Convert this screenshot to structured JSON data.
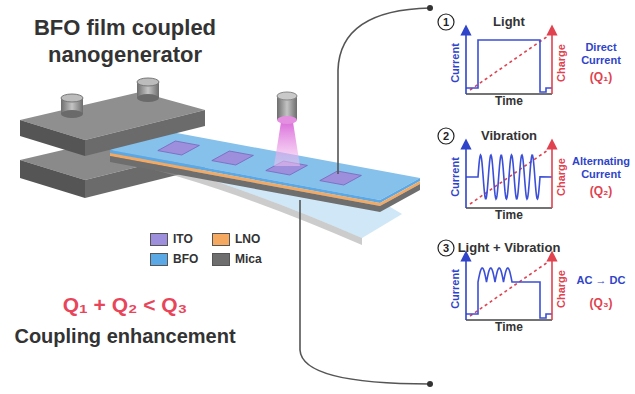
{
  "diagram": {
    "title": "BFO film coupled nanogenerator",
    "labels": [
      "1",
      "Light",
      "Current",
      "Charge",
      "Time",
      "Direct Current",
      "(Q₁)",
      "2",
      "Vibration",
      "Current",
      "Charge",
      "Time",
      "Alternating Current",
      "(Q₂)",
      "3",
      "Light + Vibration",
      "Current",
      "Charge",
      "Time",
      "AC → DC",
      "(Q₃)",
      "Q₁ + Q₂ < Q₃",
      "Coupling enhancement"
    ],
    "legend": [
      {
        "text": "ITO",
        "color": "#9d8fdc"
      },
      {
        "text": "LNO",
        "color": "#f4a860"
      },
      {
        "text": "BFO",
        "color": "#5aa9e6"
      },
      {
        "text": "Mica",
        "color": "#6e6e6e"
      }
    ]
  }
}
